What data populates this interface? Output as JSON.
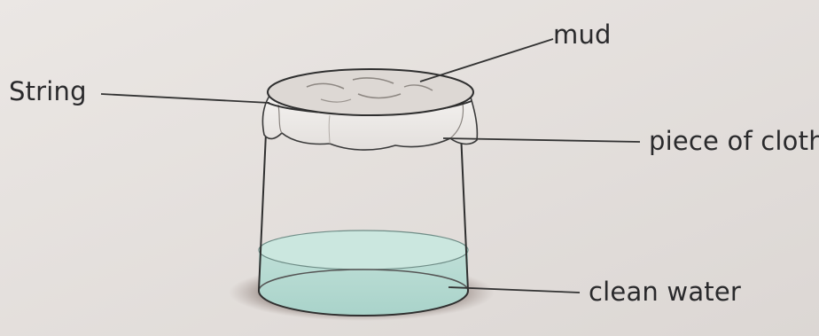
{
  "labels": {
    "mud": "mud",
    "string": "String",
    "cloth": "piece of cloth",
    "water": "clean water"
  },
  "colors": {
    "page": "#e6e2df",
    "water": "#b8dcd4",
    "water_surface": "#c9e6de",
    "cloth": "#f1eeec",
    "mud_lid": "#ddd8d4",
    "outline": "#333333",
    "shadow": "#4a3b36"
  },
  "icons": {
    "jar": "glass-jar-illustration"
  }
}
